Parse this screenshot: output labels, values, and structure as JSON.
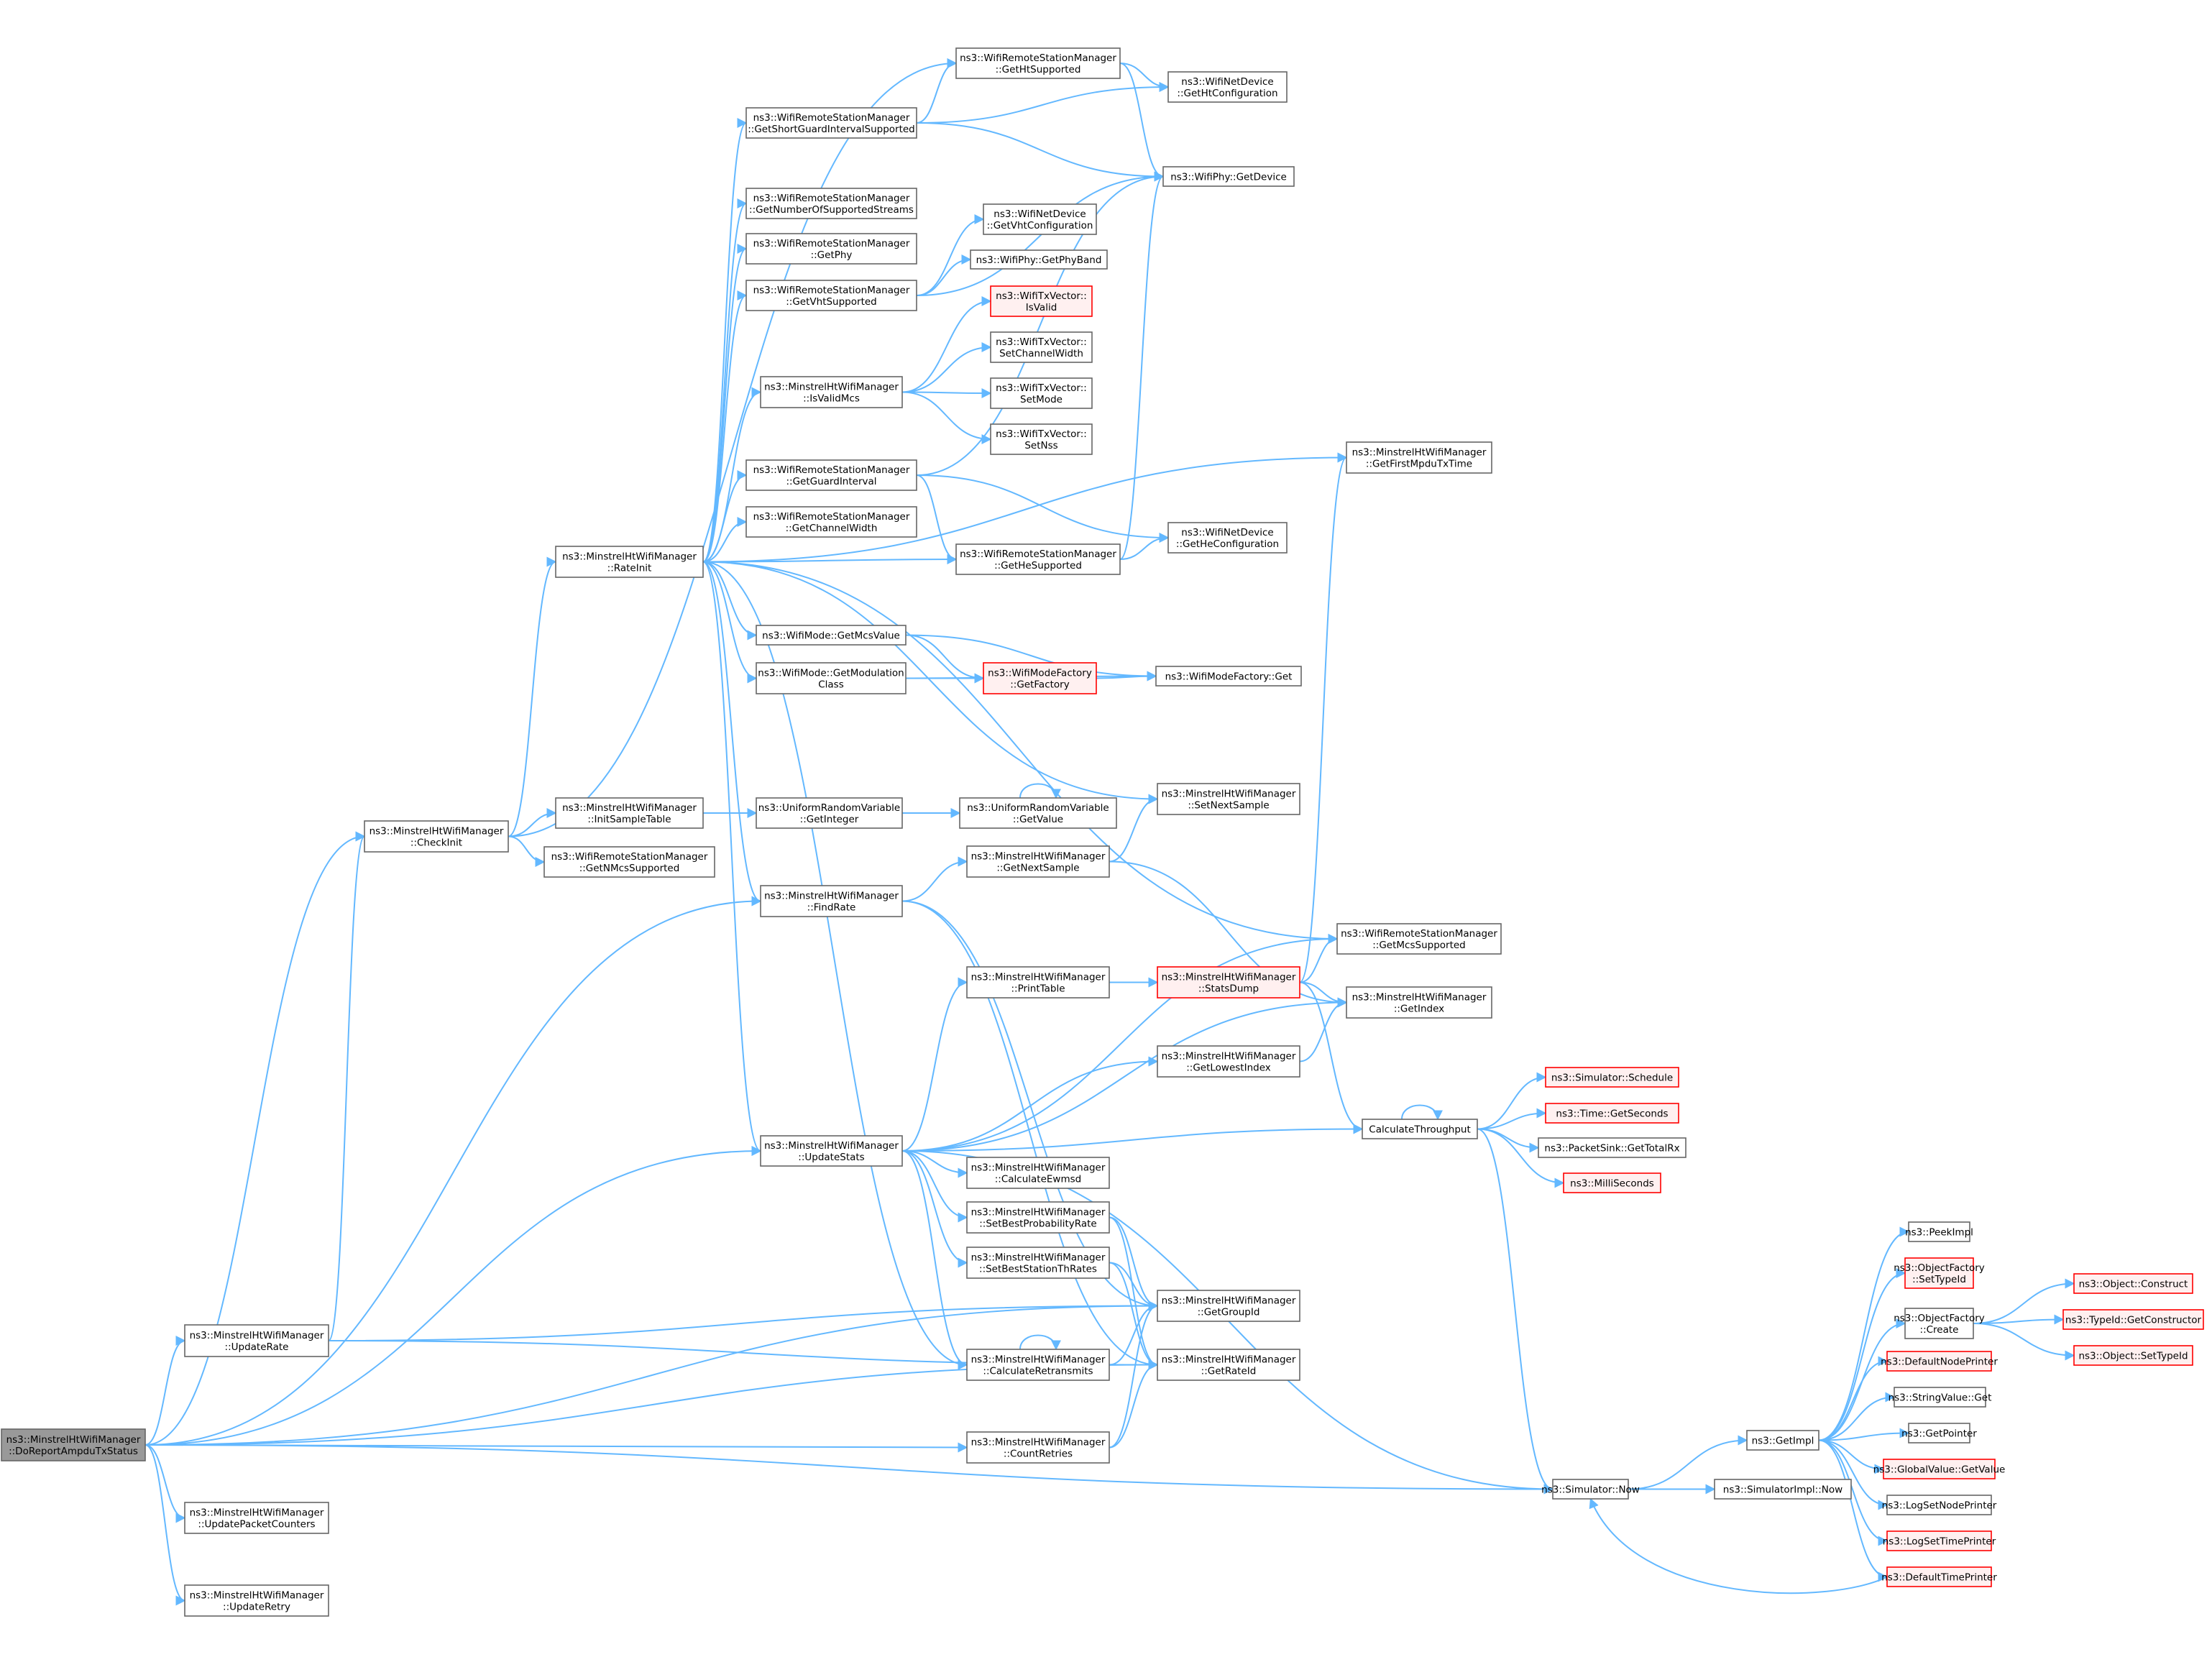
{
  "colors": {
    "edge": "#63b8ff",
    "node_border": "#666666",
    "truncated_border": "#ff0000",
    "truncated_fill": "#fff0f0",
    "root_fill": "#999999"
  },
  "nodes": [
    {
      "id": "root",
      "lines": [
        "ns3::MinstrelHtWifiManager",
        "::DoReportAmpduTxStatus"
      ],
      "kind": "root"
    },
    {
      "id": "checkinit",
      "lines": [
        "ns3::MinstrelHtWifiManager",
        "::CheckInit"
      ],
      "kind": "normal"
    },
    {
      "id": "updaterate",
      "lines": [
        "ns3::MinstrelHtWifiManager",
        "::UpdateRate"
      ],
      "kind": "normal"
    },
    {
      "id": "updatepkt",
      "lines": [
        "ns3::MinstrelHtWifiManager",
        "::UpdatePacketCounters"
      ],
      "kind": "normal"
    },
    {
      "id": "updateretry",
      "lines": [
        "ns3::MinstrelHtWifiManager",
        "::UpdateRetry"
      ],
      "kind": "normal"
    },
    {
      "id": "initsample",
      "lines": [
        "ns3::MinstrelHtWifiManager",
        "::InitSampleTable"
      ],
      "kind": "normal"
    },
    {
      "id": "getnmcs",
      "lines": [
        "ns3::WifiRemoteStationManager",
        "::GetNMcsSupported"
      ],
      "kind": "normal"
    },
    {
      "id": "rateinit",
      "lines": [
        "ns3::MinstrelHtWifiManager",
        "::RateInit"
      ],
      "kind": "normal"
    },
    {
      "id": "getsgi",
      "lines": [
        "ns3::WifiRemoteStationManager",
        "::GetShortGuardIntervalSupported"
      ],
      "kind": "normal"
    },
    {
      "id": "getnss",
      "lines": [
        "ns3::WifiRemoteStationManager",
        "::GetNumberOfSupportedStreams"
      ],
      "kind": "normal"
    },
    {
      "id": "getphy",
      "lines": [
        "ns3::WifiRemoteStationManager",
        "::GetPhy"
      ],
      "kind": "normal"
    },
    {
      "id": "getvht",
      "lines": [
        "ns3::WifiRemoteStationManager",
        "::GetVhtSupported"
      ],
      "kind": "normal"
    },
    {
      "id": "isvalidmcs",
      "lines": [
        "ns3::MinstrelHtWifiManager",
        "::IsValidMcs"
      ],
      "kind": "normal"
    },
    {
      "id": "getgi",
      "lines": [
        "ns3::WifiRemoteStationManager",
        "::GetGuardInterval"
      ],
      "kind": "normal"
    },
    {
      "id": "getcw",
      "lines": [
        "ns3::WifiRemoteStationManager",
        "::GetChannelWidth"
      ],
      "kind": "normal"
    },
    {
      "id": "getmcsvalue",
      "lines": [
        "ns3::WifiMode::GetMcsValue"
      ],
      "kind": "normal"
    },
    {
      "id": "getmodclass",
      "lines": [
        "ns3::WifiMode::GetModulation",
        "Class"
      ],
      "kind": "normal"
    },
    {
      "id": "uintgetint",
      "lines": [
        "ns3::UniformRandomVariable",
        "::GetInteger"
      ],
      "kind": "normal"
    },
    {
      "id": "findrate",
      "lines": [
        "ns3::MinstrelHtWifiManager",
        "::FindRate"
      ],
      "kind": "normal"
    },
    {
      "id": "updatestats",
      "lines": [
        "ns3::MinstrelHtWifiManager",
        "::UpdateStats"
      ],
      "kind": "normal"
    },
    {
      "id": "getht",
      "lines": [
        "ns3::WifiRemoteStationManager",
        "::GetHtSupported"
      ],
      "kind": "normal"
    },
    {
      "id": "vhtconf",
      "lines": [
        "ns3::WifiNetDevice",
        "::GetVhtConfiguration"
      ],
      "kind": "normal"
    },
    {
      "id": "getphyband",
      "lines": [
        "ns3::WifiPhy::GetPhyBand"
      ],
      "kind": "normal"
    },
    {
      "id": "isvalid",
      "lines": [
        "ns3::WifiTxVector::",
        "IsValid"
      ],
      "kind": "trunc"
    },
    {
      "id": "setcw",
      "lines": [
        "ns3::WifiTxVector::",
        "SetChannelWidth"
      ],
      "kind": "normal"
    },
    {
      "id": "setmode",
      "lines": [
        "ns3::WifiTxVector::",
        "SetMode"
      ],
      "kind": "normal"
    },
    {
      "id": "setnss",
      "lines": [
        "ns3::WifiTxVector::",
        "SetNss"
      ],
      "kind": "normal"
    },
    {
      "id": "gethe",
      "lines": [
        "ns3::WifiRemoteStationManager",
        "::GetHeSupported"
      ],
      "kind": "normal"
    },
    {
      "id": "getfactory",
      "lines": [
        "ns3::WifiModeFactory",
        "::GetFactory"
      ],
      "kind": "trunc"
    },
    {
      "id": "uintgetvalue",
      "lines": [
        "ns3::UniformRandomVariable",
        "::GetValue"
      ],
      "kind": "normal"
    },
    {
      "id": "getnextsample",
      "lines": [
        "ns3::MinstrelHtWifiManager",
        "::GetNextSample"
      ],
      "kind": "normal"
    },
    {
      "id": "printtable",
      "lines": [
        "ns3::MinstrelHtWifiManager",
        "::PrintTable"
      ],
      "kind": "normal"
    },
    {
      "id": "getlowest",
      "lines": [
        "ns3::MinstrelHtWifiManager",
        "::GetLowestIndex"
      ],
      "kind": "normal"
    },
    {
      "id": "calcewmsd",
      "lines": [
        "ns3::MinstrelHtWifiManager",
        "::CalculateEwmsd"
      ],
      "kind": "normal"
    },
    {
      "id": "setbestprob",
      "lines": [
        "ns3::MinstrelHtWifiManager",
        "::SetBestProbabilityRate"
      ],
      "kind": "normal"
    },
    {
      "id": "setbestst",
      "lines": [
        "ns3::MinstrelHtWifiManager",
        "::SetBestStationThRates"
      ],
      "kind": "normal"
    },
    {
      "id": "calcretrans",
      "lines": [
        "ns3::MinstrelHtWifiManager",
        "::CalculateRetransmits"
      ],
      "kind": "normal"
    },
    {
      "id": "countretries",
      "lines": [
        "ns3::MinstrelHtWifiManager",
        "::CountRetries"
      ],
      "kind": "normal"
    },
    {
      "id": "htconf",
      "lines": [
        "ns3::WifiNetDevice",
        "::GetHtConfiguration"
      ],
      "kind": "normal"
    },
    {
      "id": "getdevice",
      "lines": [
        "ns3::WifiPhy::GetDevice"
      ],
      "kind": "normal"
    },
    {
      "id": "heconf",
      "lines": [
        "ns3::WifiNetDevice",
        "::GetHeConfiguration"
      ],
      "kind": "normal"
    },
    {
      "id": "mfget",
      "lines": [
        "ns3::WifiModeFactory::Get"
      ],
      "kind": "normal"
    },
    {
      "id": "setnextsample",
      "lines": [
        "ns3::MinstrelHtWifiManager",
        "::SetNextSample"
      ],
      "kind": "normal"
    },
    {
      "id": "statsdump",
      "lines": [
        "ns3::MinstrelHtWifiManager",
        "::StatsDump"
      ],
      "kind": "trunc"
    },
    {
      "id": "getgroupid",
      "lines": [
        "ns3::MinstrelHtWifiManager",
        "::GetGroupId"
      ],
      "kind": "normal"
    },
    {
      "id": "getrateid",
      "lines": [
        "ns3::MinstrelHtWifiManager",
        "::GetRateId"
      ],
      "kind": "normal"
    },
    {
      "id": "getfirstmpdu",
      "lines": [
        "ns3::MinstrelHtWifiManager",
        "::GetFirstMpduTxTime"
      ],
      "kind": "normal"
    },
    {
      "id": "getmcssupp",
      "lines": [
        "ns3::WifiRemoteStationManager",
        "::GetMcsSupported"
      ],
      "kind": "normal"
    },
    {
      "id": "getindex",
      "lines": [
        "ns3::MinstrelHtWifiManager",
        "::GetIndex"
      ],
      "kind": "normal"
    },
    {
      "id": "calcthru",
      "lines": [
        "CalculateThroughput"
      ],
      "kind": "normal"
    },
    {
      "id": "schedule",
      "lines": [
        "ns3::Simulator::Schedule"
      ],
      "kind": "trunc"
    },
    {
      "id": "getseconds",
      "lines": [
        "ns3::Time::GetSeconds"
      ],
      "kind": "trunc"
    },
    {
      "id": "gettotalrx",
      "lines": [
        "ns3::PacketSink::GetTotalRx"
      ],
      "kind": "normal"
    },
    {
      "id": "millisec",
      "lines": [
        "ns3::MilliSeconds"
      ],
      "kind": "trunc"
    },
    {
      "id": "simnow",
      "lines": [
        "ns3::Simulator::Now"
      ],
      "kind": "normal"
    },
    {
      "id": "getimpl",
      "lines": [
        "ns3::GetImpl"
      ],
      "kind": "normal"
    },
    {
      "id": "simimplnow",
      "lines": [
        "ns3::SimulatorImpl::Now"
      ],
      "kind": "normal"
    },
    {
      "id": "peekimpl",
      "lines": [
        "ns3::PeekImpl"
      ],
      "kind": "normal"
    },
    {
      "id": "ofsettypeid",
      "lines": [
        "ns3::ObjectFactory",
        "::SetTypeId"
      ],
      "kind": "trunc"
    },
    {
      "id": "ofcreate",
      "lines": [
        "ns3::ObjectFactory",
        "::Create"
      ],
      "kind": "normal"
    },
    {
      "id": "defnodeprinter",
      "lines": [
        "ns3::DefaultNodePrinter"
      ],
      "kind": "trunc"
    },
    {
      "id": "stringvalueget",
      "lines": [
        "ns3::StringValue::Get"
      ],
      "kind": "normal"
    },
    {
      "id": "getpointer",
      "lines": [
        "ns3::GetPointer"
      ],
      "kind": "normal"
    },
    {
      "id": "gvgetvalue",
      "lines": [
        "ns3::GlobalValue::GetValue"
      ],
      "kind": "trunc"
    },
    {
      "id": "logsetnode",
      "lines": [
        "ns3::LogSetNodePrinter"
      ],
      "kind": "normal"
    },
    {
      "id": "logsettime",
      "lines": [
        "ns3::LogSetTimePrinter"
      ],
      "kind": "trunc"
    },
    {
      "id": "deftimeprinter",
      "lines": [
        "ns3::DefaultTimePrinter"
      ],
      "kind": "trunc"
    },
    {
      "id": "objconstruct",
      "lines": [
        "ns3::Object::Construct"
      ],
      "kind": "trunc"
    },
    {
      "id": "typeidgetctor",
      "lines": [
        "ns3::TypeId::GetConstructor"
      ],
      "kind": "trunc"
    },
    {
      "id": "objsettypeid",
      "lines": [
        "ns3::Object::SetTypeId"
      ],
      "kind": "trunc"
    }
  ],
  "edges": [
    [
      "root",
      "checkinit"
    ],
    [
      "root",
      "updaterate"
    ],
    [
      "root",
      "updatepkt"
    ],
    [
      "root",
      "updateretry"
    ],
    [
      "root",
      "findrate"
    ],
    [
      "root",
      "updatestats"
    ],
    [
      "root",
      "getgroupid"
    ],
    [
      "root",
      "countretries"
    ],
    [
      "root",
      "getrateid"
    ],
    [
      "root",
      "simnow"
    ],
    [
      "checkinit",
      "getht"
    ],
    [
      "checkinit",
      "initsample"
    ],
    [
      "checkinit",
      "getnmcs"
    ],
    [
      "checkinit",
      "rateinit"
    ],
    [
      "updaterate",
      "checkinit"
    ],
    [
      "updaterate",
      "getgroupid"
    ],
    [
      "updaterate",
      "getrateid"
    ],
    [
      "initsample",
      "uintgetint"
    ],
    [
      "uintgetint",
      "uintgetvalue"
    ],
    [
      "uintgetvalue",
      "uintgetvalue"
    ],
    [
      "rateinit",
      "getsgi"
    ],
    [
      "rateinit",
      "getnss"
    ],
    [
      "rateinit",
      "getphy"
    ],
    [
      "rateinit",
      "getvht"
    ],
    [
      "rateinit",
      "isvalidmcs"
    ],
    [
      "rateinit",
      "getgi"
    ],
    [
      "rateinit",
      "getcw"
    ],
    [
      "rateinit",
      "gethe"
    ],
    [
      "rateinit",
      "getmcsvalue"
    ],
    [
      "rateinit",
      "getmodclass"
    ],
    [
      "rateinit",
      "setnextsample"
    ],
    [
      "rateinit",
      "findrate"
    ],
    [
      "rateinit",
      "updatestats"
    ],
    [
      "rateinit",
      "calcretrans"
    ],
    [
      "rateinit",
      "getfirstmpdu"
    ],
    [
      "rateinit",
      "getmcssupp"
    ],
    [
      "getsgi",
      "getht"
    ],
    [
      "getsgi",
      "htconf"
    ],
    [
      "getsgi",
      "getdevice"
    ],
    [
      "getht",
      "htconf"
    ],
    [
      "getht",
      "getdevice"
    ],
    [
      "getvht",
      "getdevice"
    ],
    [
      "getvht",
      "vhtconf"
    ],
    [
      "getvht",
      "getphyband"
    ],
    [
      "isvalidmcs",
      "isvalid"
    ],
    [
      "isvalidmcs",
      "setcw"
    ],
    [
      "isvalidmcs",
      "setmode"
    ],
    [
      "isvalidmcs",
      "setnss"
    ],
    [
      "getgi",
      "getdevice"
    ],
    [
      "getgi",
      "heconf"
    ],
    [
      "getgi",
      "gethe"
    ],
    [
      "gethe",
      "heconf"
    ],
    [
      "gethe",
      "getdevice"
    ],
    [
      "getmcsvalue",
      "getfactory"
    ],
    [
      "getmcsvalue",
      "mfget"
    ],
    [
      "getmodclass",
      "getfactory"
    ],
    [
      "getmodclass",
      "mfget"
    ],
    [
      "getfactory",
      "mfget"
    ],
    [
      "findrate",
      "getnextsample"
    ],
    [
      "findrate",
      "getgroupid"
    ],
    [
      "findrate",
      "getrateid"
    ],
    [
      "getnextsample",
      "setnextsample"
    ],
    [
      "getnextsample",
      "getindex"
    ],
    [
      "updatestats",
      "printtable"
    ],
    [
      "updatestats",
      "getlowest"
    ],
    [
      "updatestats",
      "calcewmsd"
    ],
    [
      "updatestats",
      "setbestprob"
    ],
    [
      "updatestats",
      "setbestst"
    ],
    [
      "updatestats",
      "calcretrans"
    ],
    [
      "updatestats",
      "calcthru"
    ],
    [
      "updatestats",
      "getmcssupp"
    ],
    [
      "updatestats",
      "getindex"
    ],
    [
      "updatestats",
      "simnow"
    ],
    [
      "printtable",
      "statsdump"
    ],
    [
      "statsdump",
      "getfirstmpdu"
    ],
    [
      "statsdump",
      "getmcssupp"
    ],
    [
      "statsdump",
      "getindex"
    ],
    [
      "statsdump",
      "calcthru"
    ],
    [
      "getlowest",
      "getindex"
    ],
    [
      "setbestprob",
      "getgroupid"
    ],
    [
      "setbestprob",
      "getrateid"
    ],
    [
      "setbestst",
      "getgroupid"
    ],
    [
      "setbestst",
      "getrateid"
    ],
    [
      "calcretrans",
      "calcretrans"
    ],
    [
      "calcretrans",
      "getgroupid"
    ],
    [
      "calcretrans",
      "getrateid"
    ],
    [
      "countretries",
      "getgroupid"
    ],
    [
      "countretries",
      "getrateid"
    ],
    [
      "calcthru",
      "calcthru"
    ],
    [
      "calcthru",
      "schedule"
    ],
    [
      "calcthru",
      "getseconds"
    ],
    [
      "calcthru",
      "gettotalrx"
    ],
    [
      "calcthru",
      "millisec"
    ],
    [
      "calcthru",
      "simnow"
    ],
    [
      "simnow",
      "getimpl"
    ],
    [
      "simnow",
      "simimplnow"
    ],
    [
      "getimpl",
      "peekimpl"
    ],
    [
      "getimpl",
      "ofsettypeid"
    ],
    [
      "getimpl",
      "ofcreate"
    ],
    [
      "getimpl",
      "defnodeprinter"
    ],
    [
      "getimpl",
      "stringvalueget"
    ],
    [
      "getimpl",
      "getpointer"
    ],
    [
      "getimpl",
      "gvgetvalue"
    ],
    [
      "getimpl",
      "logsetnode"
    ],
    [
      "getimpl",
      "logsettime"
    ],
    [
      "getimpl",
      "deftimeprinter"
    ],
    [
      "deftimeprinter",
      "simnow"
    ],
    [
      "ofcreate",
      "objconstruct"
    ],
    [
      "ofcreate",
      "typeidgetctor"
    ],
    [
      "ofcreate",
      "objsettypeid"
    ]
  ]
}
